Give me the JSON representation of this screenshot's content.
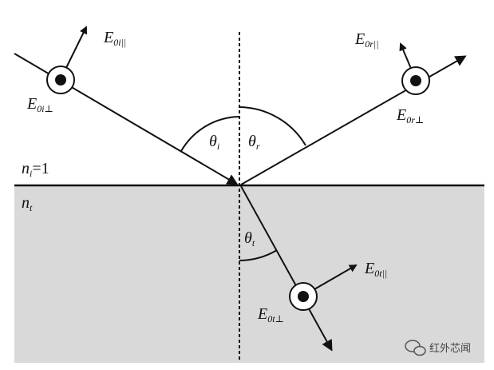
{
  "diagram": {
    "labels": {
      "e_incident_parallel_base": "E",
      "e_incident_parallel_sub": "0i||",
      "e_incident_perp_base": "E",
      "e_incident_perp_sub": "0i⊥",
      "e_reflected_parallel_base": "E",
      "e_reflected_parallel_sub": "0r||",
      "e_reflected_perp_base": "E",
      "e_reflected_perp_sub": "0r⊥",
      "e_transmitted_parallel_base": "E",
      "e_transmitted_parallel_sub": "0t||",
      "e_transmitted_perp_base": "E",
      "e_transmitted_perp_sub": "0t⊥",
      "theta_incident_base": "θ",
      "theta_incident_sub": "i",
      "theta_reflected_base": "θ",
      "theta_reflected_sub": "r",
      "theta_transmitted_base": "θ",
      "theta_transmitted_sub": "t",
      "n_incident_base": "n",
      "n_incident_sub": "i",
      "n_incident_value": "=1",
      "n_transmitted_base": "n",
      "n_transmitted_sub": "t"
    },
    "watermark_text": "红外芯闻",
    "colors": {
      "medium_fill": "#d9d9d9",
      "line": "#111111",
      "background": "#ffffff"
    }
  }
}
